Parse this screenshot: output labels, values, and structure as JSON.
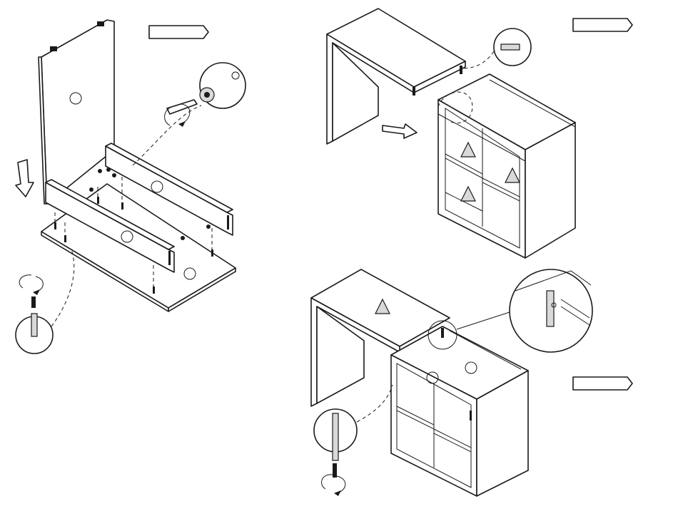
{
  "diagram": {
    "steps": [
      {
        "id": "step-a"
      },
      {
        "id": "step-b"
      },
      {
        "id": "step-c"
      }
    ],
    "part_markers": [
      "",
      "",
      "",
      "",
      "",
      ""
    ],
    "icons": [
      "screwdriver-rotate-icon",
      "arrow-right-label",
      "cam-lock-icon",
      "dowel-icon",
      "weight-warning-icon",
      "screw-icon"
    ]
  }
}
